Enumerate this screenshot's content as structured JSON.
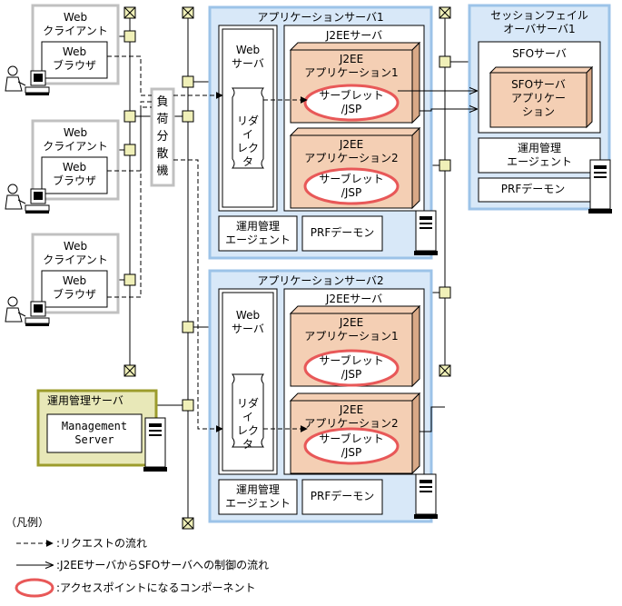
{
  "clients": [
    {
      "title": "Web\nクライアント",
      "browser": "Web\nブラウザ"
    },
    {
      "title": "Web\nクライアント",
      "browser": "Web\nブラウザ"
    },
    {
      "title": "Web\nクライアント",
      "browser": "Web\nブラウザ"
    }
  ],
  "load_balancer": "負\n荷\n分\n散\n機",
  "mgmt_server": {
    "title": "運用管理サーバ",
    "inner": "Management\nServer"
  },
  "app_servers": [
    {
      "title": "アプリケーションサーバ1",
      "web_server": "Web\nサーバ",
      "redirector": "リダイ\nレクタ",
      "j2ee_server": "J2EEサーバ",
      "apps": [
        {
          "title": "J2EE\nアプリケーション1",
          "servlet": "サーブレット\n/JSP"
        },
        {
          "title": "J2EE\nアプリケーション2",
          "servlet": "サーブレット\n/JSP"
        }
      ],
      "agent": "運用管理\nエージェント",
      "prf": "PRFデーモン"
    },
    {
      "title": "アプリケーションサーバ2",
      "web_server": "Web\nサーバ",
      "redirector": "リダイ\nレクタ",
      "j2ee_server": "J2EEサーバ",
      "apps": [
        {
          "title": "J2EE\nアプリケーション1",
          "servlet": "サーブレット\n/JSP"
        },
        {
          "title": "J2EE\nアプリケーション2",
          "servlet": "サーブレット\n/JSP"
        }
      ],
      "agent": "運用管理\nエージェント",
      "prf": "PRFデーモン"
    }
  ],
  "sfo_server": {
    "title": "セッションフェイル\nオーバサーバ1",
    "inner_title": "SFOサーバ",
    "app": "SFOサーバ\nアプリケー\nション",
    "agent": "運用管理\nエージェント",
    "prf": "PRFデーモン"
  },
  "legend": {
    "heading": "（凡例）",
    "items": [
      ":リクエストの流れ",
      ":J2EEサーバからSFOサーバへの制御の流れ",
      ":アクセスポイントになるコンポーネント"
    ]
  },
  "colors": {
    "server_fill": "#d8e8f8",
    "server_border": "#9cc3e8",
    "app_fill": "#f4cfb4",
    "app_side": "#d9a987",
    "mgmt_fill": "#e8e8b8",
    "mgmt_border": "#9c9c2c",
    "client_border": "#c0c0c0",
    "node_fill": "#f0f0b8",
    "ellipse": "#e85858"
  }
}
